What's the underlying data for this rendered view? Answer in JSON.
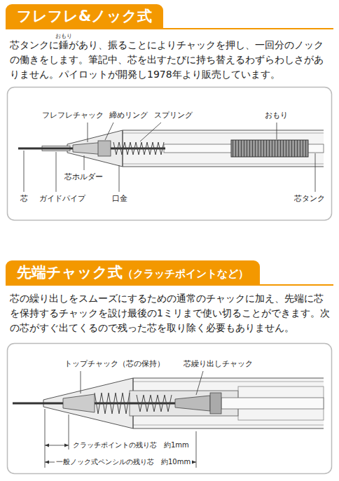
{
  "diagram": {
    "nodes": [
      {
        "text": [
          "フレフレ&ノック式"
        ]
      },
      {
        "text": [
          "先端チャック式",
          "（クラッチポイントなど）"
        ]
      }
    ],
    "labels": [
      "おもり",
      "芯タンクに錘があり、振ることによりチャックを押し、一回分のノックの働きをします。筆記中、芯を出すたびに持ち替えるわずらわしさがありません。パイロットが開発し1978年より販売しています。",
      "フレフレチャック",
      "締めリング",
      "スプリング",
      "おもり",
      "芯ホルダー",
      "芯",
      "ガイドパイプ",
      "口金",
      "芯タンク",
      "芯の繰り出しをスムーズにするための通常のチャックに加え、先端に芯を保持するチャックを設け最後の1ミリまで使い切ることができます。次の芯がすぐ出てくるので残った芯を取り除く必要もありません。",
      "トップチャック（芯の保持）",
      "芯繰り出しチャック",
      "クラッチポイントの残り芯　約1mm",
      "一般ノック式ペンシルの残り芯　約10mm"
    ]
  }
}
